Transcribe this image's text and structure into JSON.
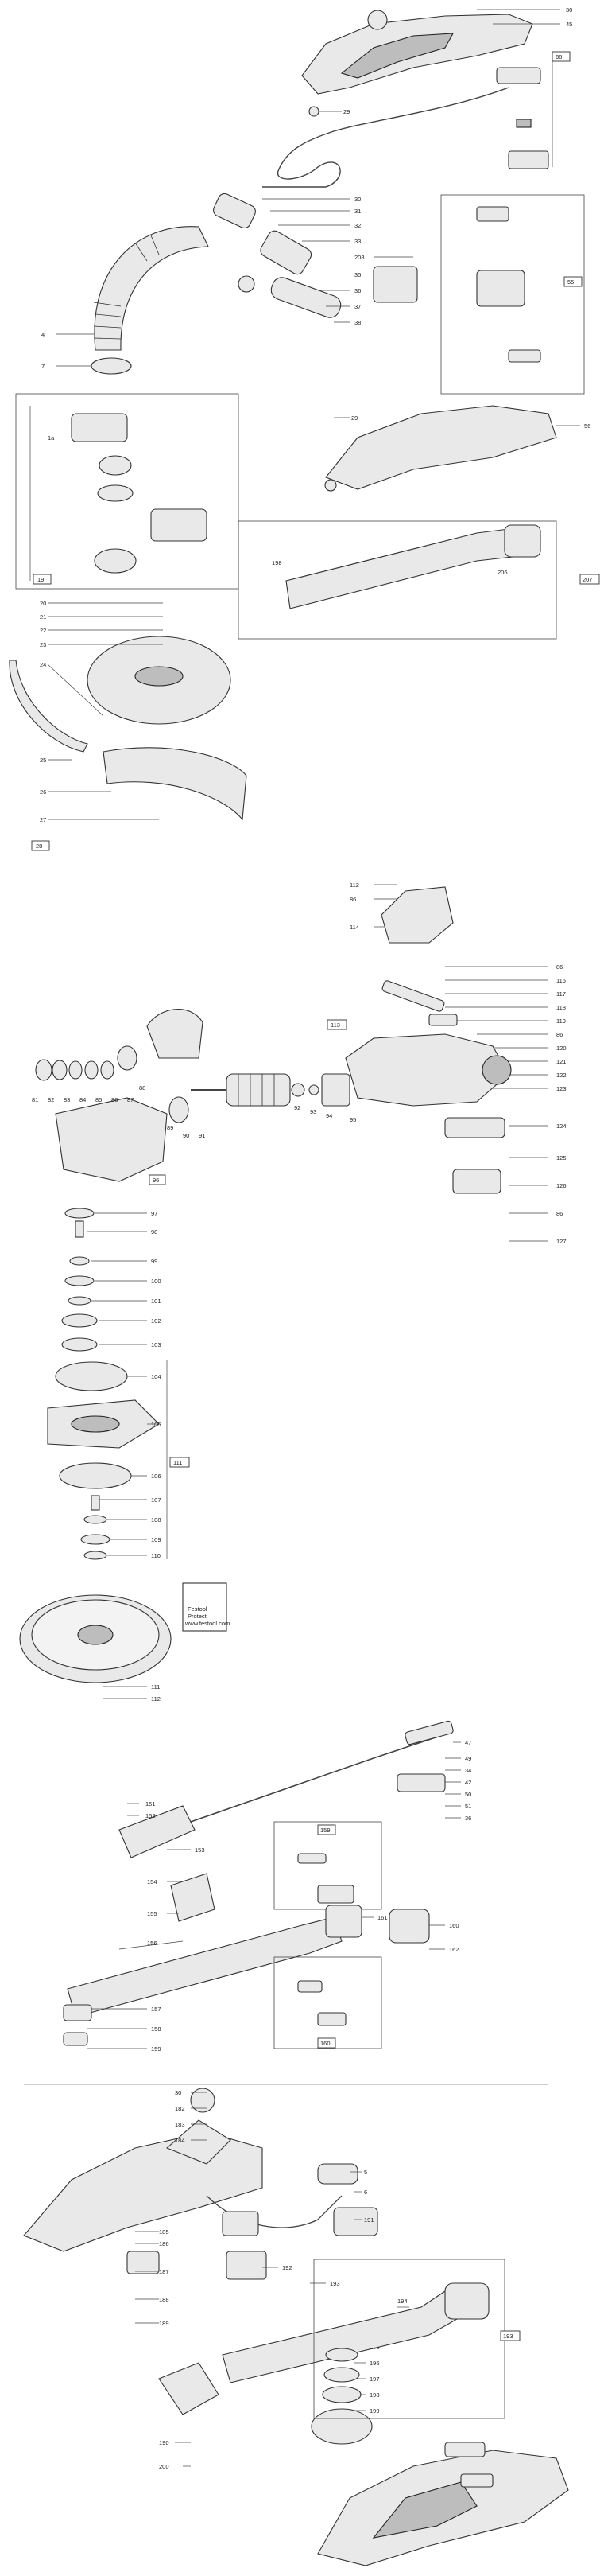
{
  "section1": {
    "right_labels": [
      "30",
      "45",
      "66",
      "29"
    ],
    "tray": [
      "66"
    ],
    "grp_labels": [
      "30",
      "31",
      "32",
      "33",
      "208",
      "35",
      "36",
      "37",
      "38",
      "55"
    ],
    "left_labels": [
      "4",
      "7"
    ],
    "labels29b": [
      "29",
      "56"
    ],
    "left_grp_labels": [
      "1a",
      "19"
    ],
    "right_grp": [
      "198",
      "206",
      "207"
    ],
    "stack": [
      "20",
      "21",
      "22",
      "23",
      "24",
      "25",
      "26",
      "27",
      "28"
    ]
  },
  "section2": {
    "top_labels": [
      "112",
      "86",
      "114"
    ],
    "right_labels": [
      "86",
      "116",
      "117",
      "118",
      "119",
      "86",
      "120",
      "121",
      "122",
      "123",
      "124",
      "125",
      "126",
      "86",
      "127"
    ],
    "box113": "113",
    "left_labels": [
      "81",
      "82",
      "83",
      "84",
      "85",
      "86",
      "87",
      "88",
      "89",
      "90",
      "91",
      "92",
      "93",
      "94",
      "95",
      "96"
    ],
    "col_labels": [
      "97",
      "98",
      "99",
      "100",
      "101",
      "102",
      "103",
      "104",
      "105",
      "106",
      "107",
      "108",
      "109",
      "110",
      "111",
      "112"
    ],
    "group_tag": "111",
    "notice_lines": [
      "Festool",
      "Protect",
      "www.festool.com"
    ]
  },
  "section3": {
    "top_labels": [
      "47",
      "49",
      "34",
      "42",
      "50",
      "51",
      "36"
    ],
    "left_labels": [
      "151",
      "152",
      "153",
      "154",
      "155",
      "156",
      "157",
      "158",
      "159"
    ],
    "right_labels": [
      "160",
      "161",
      "162"
    ],
    "box_labels": [
      "159",
      "160"
    ]
  },
  "section4": {
    "labels": [
      "30",
      "182",
      "183",
      "184",
      "185",
      "186",
      "187",
      "188",
      "189",
      "190",
      "191",
      "192",
      "193",
      "194",
      "195",
      "196",
      "197",
      "198",
      "199",
      "200",
      "5",
      "6"
    ],
    "box_labels": [
      "193"
    ]
  }
}
